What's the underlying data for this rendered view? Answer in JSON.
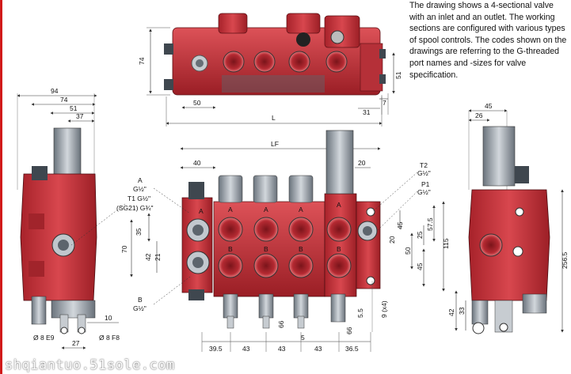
{
  "description": "The drawing shows a 4-sectional valve with an inlet and an outlet. The working sections are configured with various types of spool controls. The codes shown on the drawings are referring to the G-threaded port names and -sizes for valve specification.",
  "watermark": "shqiantuo.51sole.com",
  "colors": {
    "body": "#c8323a",
    "body_dark": "#8e1b22",
    "body_light": "#e06a6e",
    "steel": "#9aa3ad",
    "steel_dark": "#4e565e",
    "dim_line": "#555555",
    "accent_edge": "#d11a1a"
  },
  "top_view": {
    "dims": {
      "height": "74",
      "left_width": "50",
      "right_height": "51",
      "offset_31": "31",
      "offset_7": "7",
      "length": "L"
    }
  },
  "left_view": {
    "dims": {
      "w94": "94",
      "w74": "74",
      "w51": "51",
      "w37": "37",
      "d10": "10",
      "d27": "27"
    },
    "labels": {
      "ports": "Ø 8 E9",
      "ports2": "Ø 8 F8"
    }
  },
  "front_view": {
    "dims": {
      "LF": "LF",
      "d40": "40",
      "d20": "20",
      "d35": "35",
      "d70": "70",
      "d42": "42",
      "d21": "21",
      "d57_5": "57.5",
      "d25": "25",
      "d20r": "20",
      "d50": "50",
      "d45a": "45",
      "d45b": "45",
      "d115": "115",
      "holes": "9 (x4)",
      "s39_5": "39.5",
      "s43a": "43",
      "s43b": "43",
      "s43c": "43",
      "s36_5": "36.5",
      "d5": "5",
      "d5_5": "5.5",
      "d66a": "66",
      "d66b": "66"
    },
    "labels": {
      "A": "A",
      "A_size": "G½\"",
      "T1": "T1 G½\"",
      "T1_alt": "(SG21) G¾\"",
      "B": "B",
      "B_size": "G½\"",
      "T2": "T2",
      "T2_size": "G½\"",
      "P1": "P1",
      "P1_size": "G½\""
    },
    "section_marks": [
      "A",
      "A",
      "A",
      "A",
      "B",
      "B",
      "B",
      "B"
    ]
  },
  "right_view": {
    "dims": {
      "w45": "45",
      "w26": "26",
      "h256_5": "256.5",
      "d42": "42",
      "d33": "33"
    }
  }
}
